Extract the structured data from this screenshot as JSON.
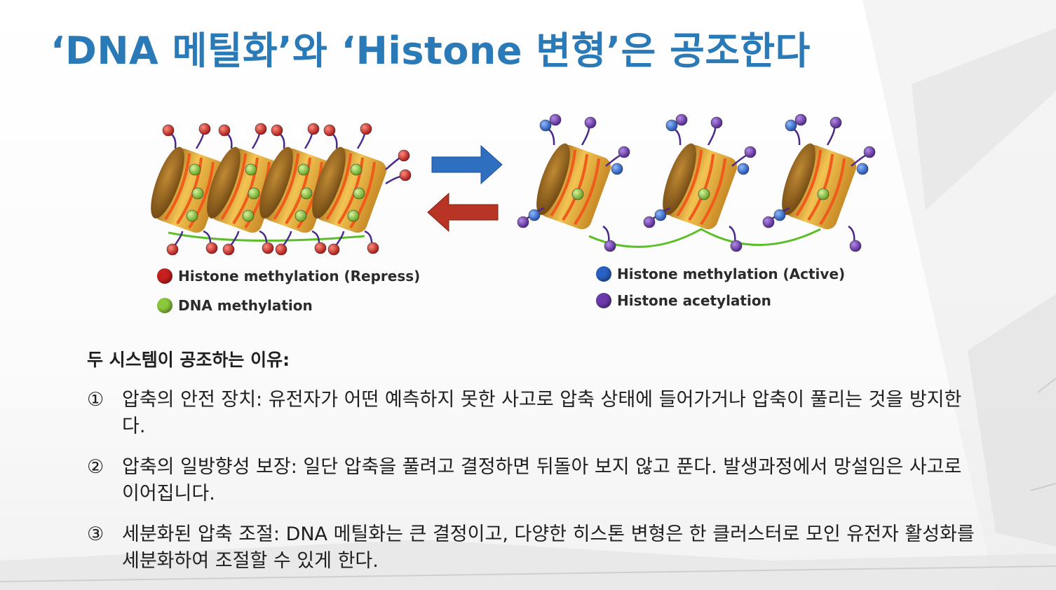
{
  "slide": {
    "title": "‘DNA 메틸화’와 ‘Histone 변형’은 공조한다"
  },
  "figure": {
    "legend_left": [
      {
        "label": "Histone methylation (Repress)",
        "color": "#c8201e"
      },
      {
        "label": "DNA methylation",
        "color": "#8cc83c"
      }
    ],
    "legend_right": [
      {
        "label": "Histone methylation (Active)",
        "color": "#2a62c4"
      },
      {
        "label": "Histone acetylation",
        "color": "#6a3aa8"
      }
    ],
    "colors": {
      "nucleosome": "#e6b23a",
      "dna_strand": "#f05a1a",
      "linker": "#5cbf2a",
      "arrow_right": "#2f6fc0",
      "arrow_left": "#b83424"
    }
  },
  "body": {
    "heading": "두 시스템이 공조하는 이유:",
    "points": [
      {
        "num": "①",
        "text": "압축의 안전 장치: 유전자가 어떤 예측하지 못한 사고로 압축 상태에 들어가거나 압축이 풀리는 것을 방지한다."
      },
      {
        "num": "②",
        "text": "압축의 일방향성 보장: 일단 압축을 풀려고 결정하면 뒤돌아 보지 않고 푼다. 발생과정에서 망설임은 사고로 이어집니다."
      },
      {
        "num": "③",
        "text": "세분화된 압축 조절: DNA 메틸화는 큰 결정이고, 다양한 히스톤 변형은 한 클러스터로 모인 유전자 활성화를 세분화하여 조절할 수 있게 한다."
      }
    ]
  }
}
